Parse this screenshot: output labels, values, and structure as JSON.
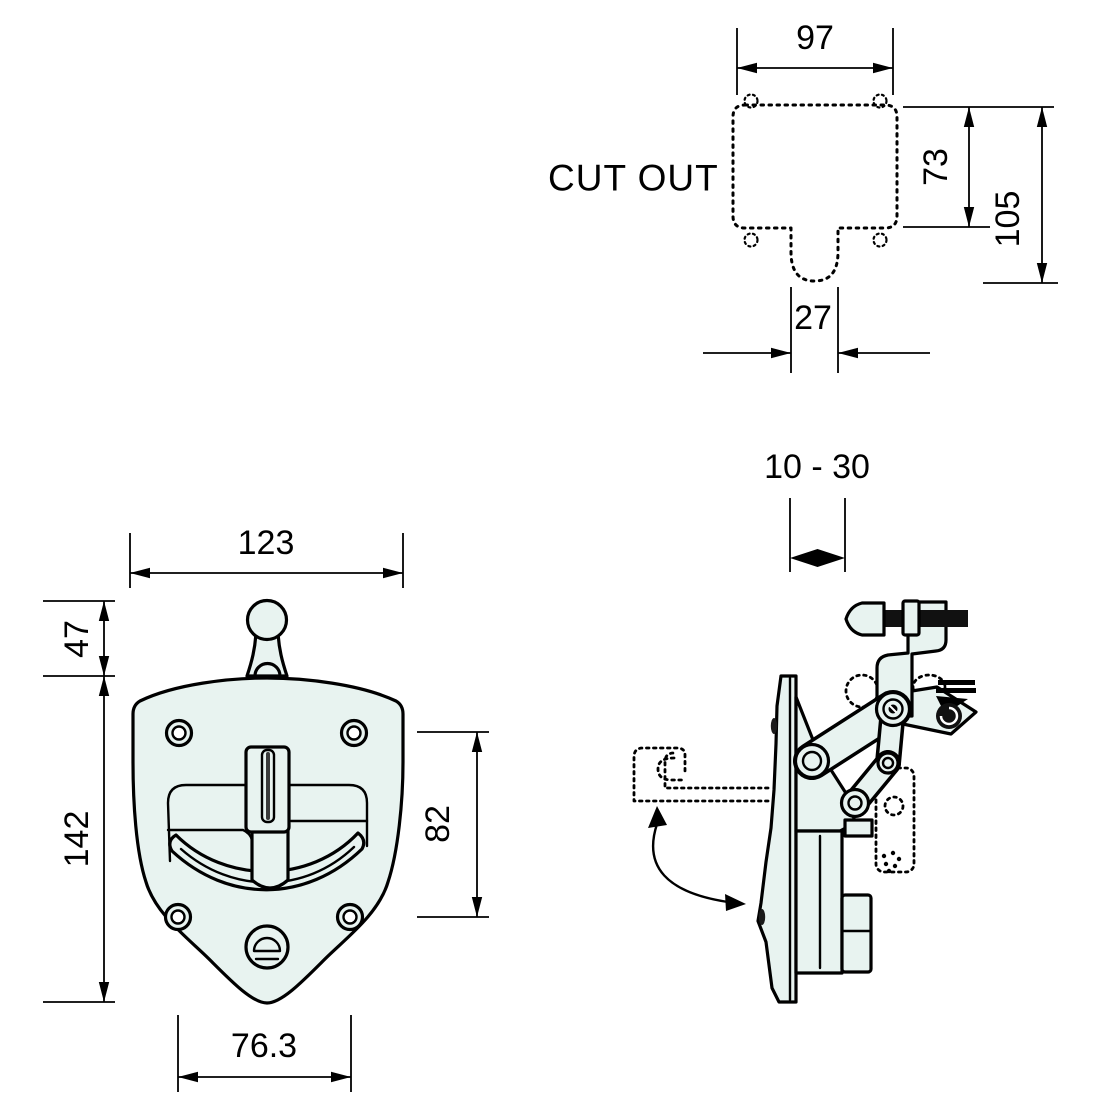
{
  "drawing_title": "compression T-handle latch technical drawing",
  "colors": {
    "line": "#000000",
    "part_fill": "#e8f3f0",
    "background": "#ffffff"
  },
  "cutout": {
    "title": "CUT OUT",
    "width": "97",
    "inner_height": "73",
    "total_height": "105",
    "notch_width": "27"
  },
  "front_view": {
    "width": "123",
    "handle_height": "47",
    "body_height": "142",
    "hole_spacing": "82",
    "bottom_width": "76.3"
  },
  "side_view": {
    "grip_range": "10 - 30"
  }
}
